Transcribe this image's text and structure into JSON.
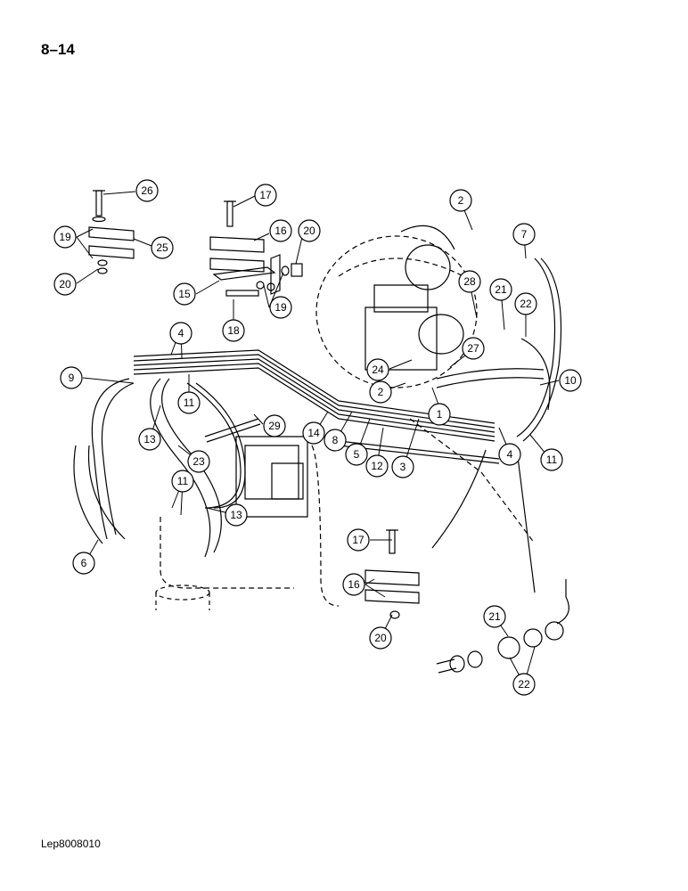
{
  "page": {
    "number": "8–14",
    "reference": "Lep8008010"
  },
  "callouts": [
    {
      "id": "c26a",
      "label": "26"
    },
    {
      "id": "c19a",
      "label": "19"
    },
    {
      "id": "c25a",
      "label": "25"
    },
    {
      "id": "c20a",
      "label": "20"
    },
    {
      "id": "c17a",
      "label": "17"
    },
    {
      "id": "c16a",
      "label": "16"
    },
    {
      "id": "c20b",
      "label": "20"
    },
    {
      "id": "c15a",
      "label": "15"
    },
    {
      "id": "c19b",
      "label": "19"
    },
    {
      "id": "c18a",
      "label": "18"
    },
    {
      "id": "c2a",
      "label": "2"
    },
    {
      "id": "c7a",
      "label": "7"
    },
    {
      "id": "c28a",
      "label": "28"
    },
    {
      "id": "c21a",
      "label": "21"
    },
    {
      "id": "c22a",
      "label": "22"
    },
    {
      "id": "c27a",
      "label": "27"
    },
    {
      "id": "c24a",
      "label": "24"
    },
    {
      "id": "c2b",
      "label": "2"
    },
    {
      "id": "c1a",
      "label": "1"
    },
    {
      "id": "c10a",
      "label": "10"
    },
    {
      "id": "c4a",
      "label": "4"
    },
    {
      "id": "c9a",
      "label": "9"
    },
    {
      "id": "c11a",
      "label": "11"
    },
    {
      "id": "c13a",
      "label": "13"
    },
    {
      "id": "c29a",
      "label": "29"
    },
    {
      "id": "c14a",
      "label": "14"
    },
    {
      "id": "c8a",
      "label": "8"
    },
    {
      "id": "c5a",
      "label": "5"
    },
    {
      "id": "c12a",
      "label": "12"
    },
    {
      "id": "c3a",
      "label": "3"
    },
    {
      "id": "c4b",
      "label": "4"
    },
    {
      "id": "c11b",
      "label": "11"
    },
    {
      "id": "c23a",
      "label": "23"
    },
    {
      "id": "c11c",
      "label": "11"
    },
    {
      "id": "c13b",
      "label": "13"
    },
    {
      "id": "c6a",
      "label": "6"
    },
    {
      "id": "c17b",
      "label": "17"
    },
    {
      "id": "c16b",
      "label": "16"
    },
    {
      "id": "c20c",
      "label": "20"
    },
    {
      "id": "c21b",
      "label": "21"
    },
    {
      "id": "c22b",
      "label": "22"
    }
  ]
}
